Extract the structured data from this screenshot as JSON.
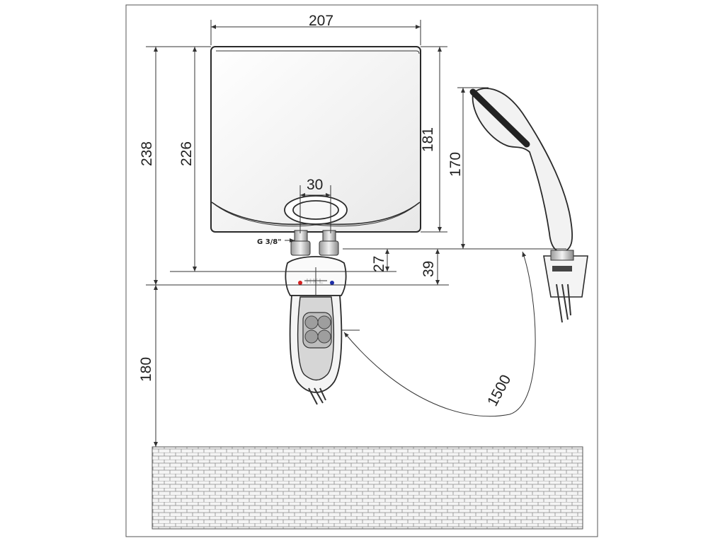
{
  "dimensions": {
    "width_top": "207",
    "height_238": "238",
    "height_226": "226",
    "height_181": "181",
    "height_170": "170",
    "pitch_30": "30",
    "thread": "G 3/8\"",
    "offset_27": "27",
    "offset_39": "39",
    "floor_180": "180",
    "hose_1500": "1500"
  },
  "logo_text": "HKL",
  "colors": {
    "line": "#2a2a2a",
    "hot_dot": "#d62020",
    "cold_dot": "#1e2ea8",
    "brick_fill": "#f4f4f4"
  }
}
